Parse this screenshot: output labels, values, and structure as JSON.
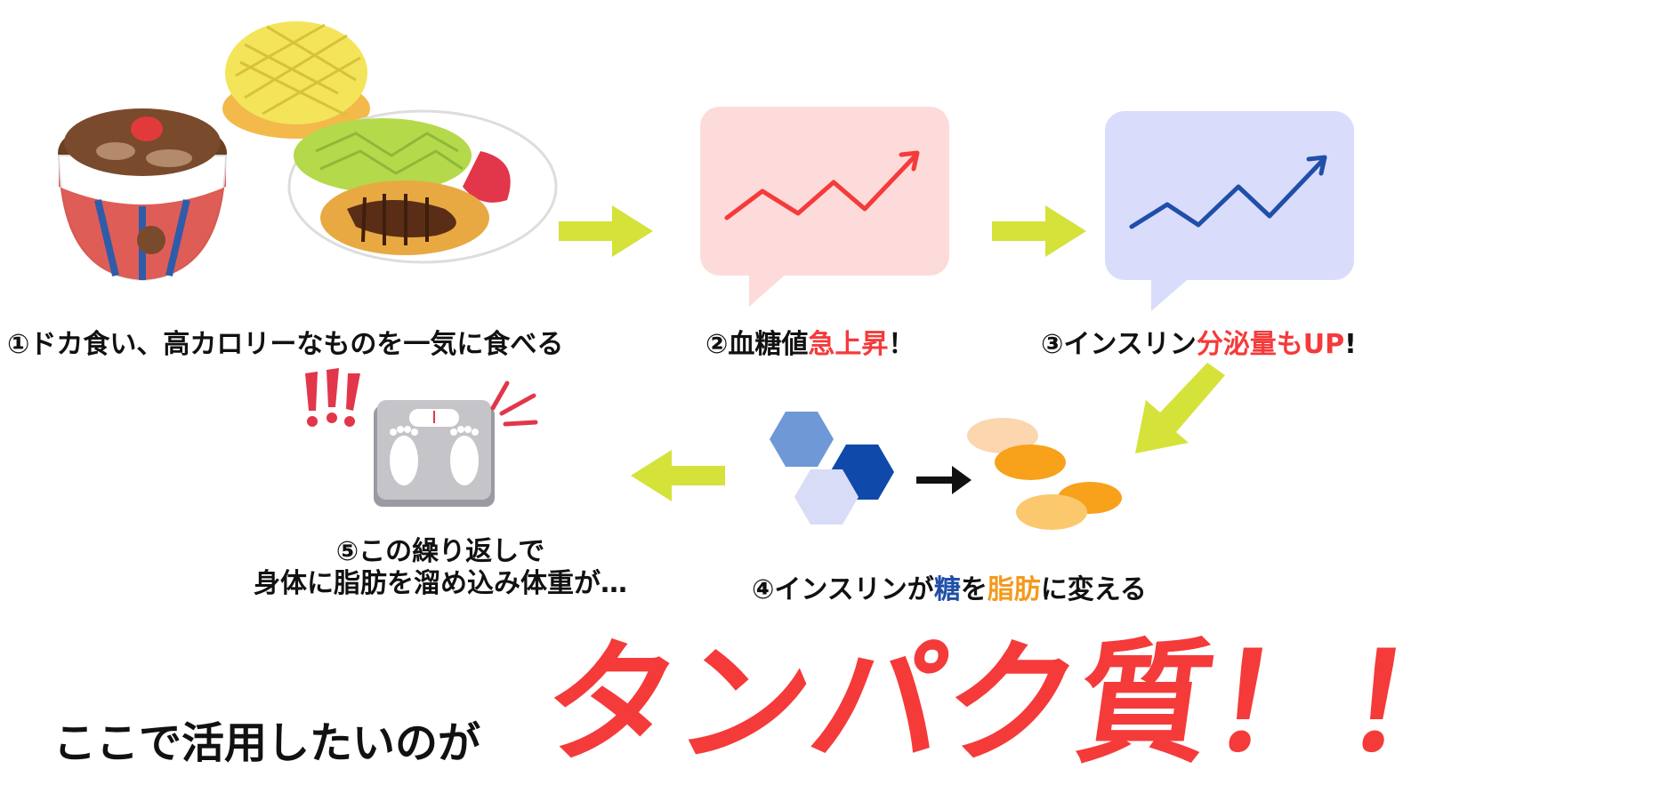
{
  "steps": {
    "s1": {
      "text": "①ドカ食い、高カロリーなものを一気に食べる"
    },
    "s2": {
      "prefix": "②血糖値",
      "highlight": "急上昇",
      "suffix": "！"
    },
    "s3": {
      "prefix": "③インスリン",
      "highlight": "分泌量もUP",
      "suffix": "!"
    },
    "s4": {
      "prefix": "④インスリンが",
      "sugar": "糖",
      "mid": "を",
      "fat": "脂肪",
      "suffix": "に変える"
    },
    "s5": {
      "line1": "⑤この繰り返しで",
      "line2": "身体に脂肪を溜め込み体重が…"
    }
  },
  "bottom": {
    "lead": "ここで活用したいのが",
    "headline": "タンパク質！！"
  },
  "colors": {
    "arrow": "#d4e23a",
    "red": "#f53a3a",
    "blue": "#1f4fa8",
    "orange": "#f39a1e",
    "bubble_pink": "#fddbdb",
    "bubble_blue": "#dadcfb"
  },
  "icons": {
    "food": "food-illustration-icon",
    "chart_up": "rising-chart-icon",
    "hexagons": "sugar-molecule-icon",
    "fat": "fat-blobs-icon",
    "scale": "bathroom-scale-icon",
    "alarm": "exclamation-icon"
  }
}
